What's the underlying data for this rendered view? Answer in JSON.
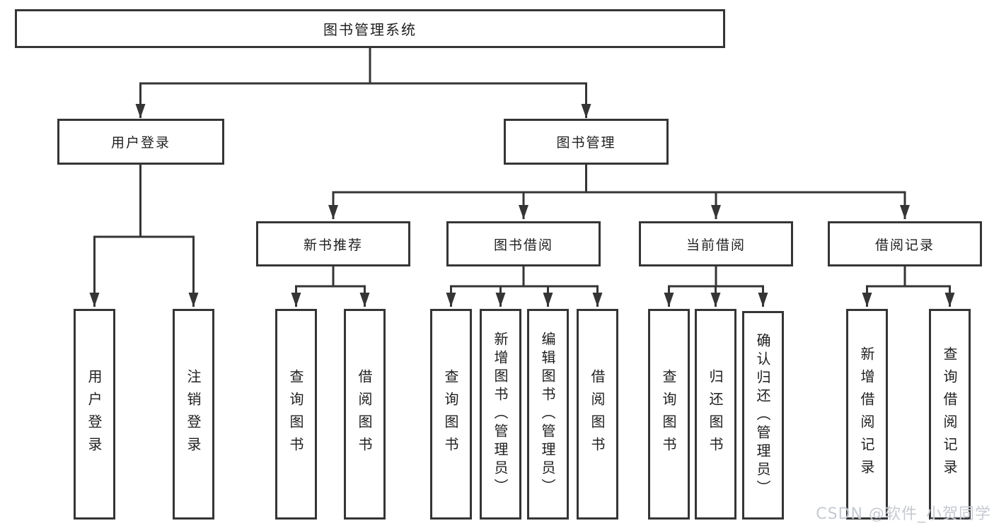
{
  "tree": {
    "root": {
      "label": "图书管理系统"
    },
    "branches": [
      {
        "label": "用户登录",
        "children": [
          {
            "label": "用户登录"
          },
          {
            "label": "注销登录"
          }
        ]
      },
      {
        "label": "图书管理",
        "groups": [
          {
            "label": "新书推荐",
            "children": [
              {
                "label": "查询图书"
              },
              {
                "label": "借阅图书"
              }
            ]
          },
          {
            "label": "图书借阅",
            "children": [
              {
                "label": "查询图书"
              },
              {
                "label": "新增图书（管理员）"
              },
              {
                "label": "编辑图书（管理员）"
              },
              {
                "label": "借阅图书"
              }
            ]
          },
          {
            "label": "当前借阅",
            "children": [
              {
                "label": "查询图书"
              },
              {
                "label": "归还图书"
              },
              {
                "label": "确认归还（管理员）"
              }
            ]
          },
          {
            "label": "借阅记录",
            "children": [
              {
                "label": "新增借阅记录"
              },
              {
                "label": "查询借阅记录"
              }
            ]
          }
        ]
      }
    ]
  },
  "watermark": {
    "text": "CSDN @软件_小贺同学"
  },
  "colors": {
    "line": "#353535",
    "text": "#1f1f1f",
    "background": "#ffffff",
    "watermark": "#c6cad2"
  }
}
